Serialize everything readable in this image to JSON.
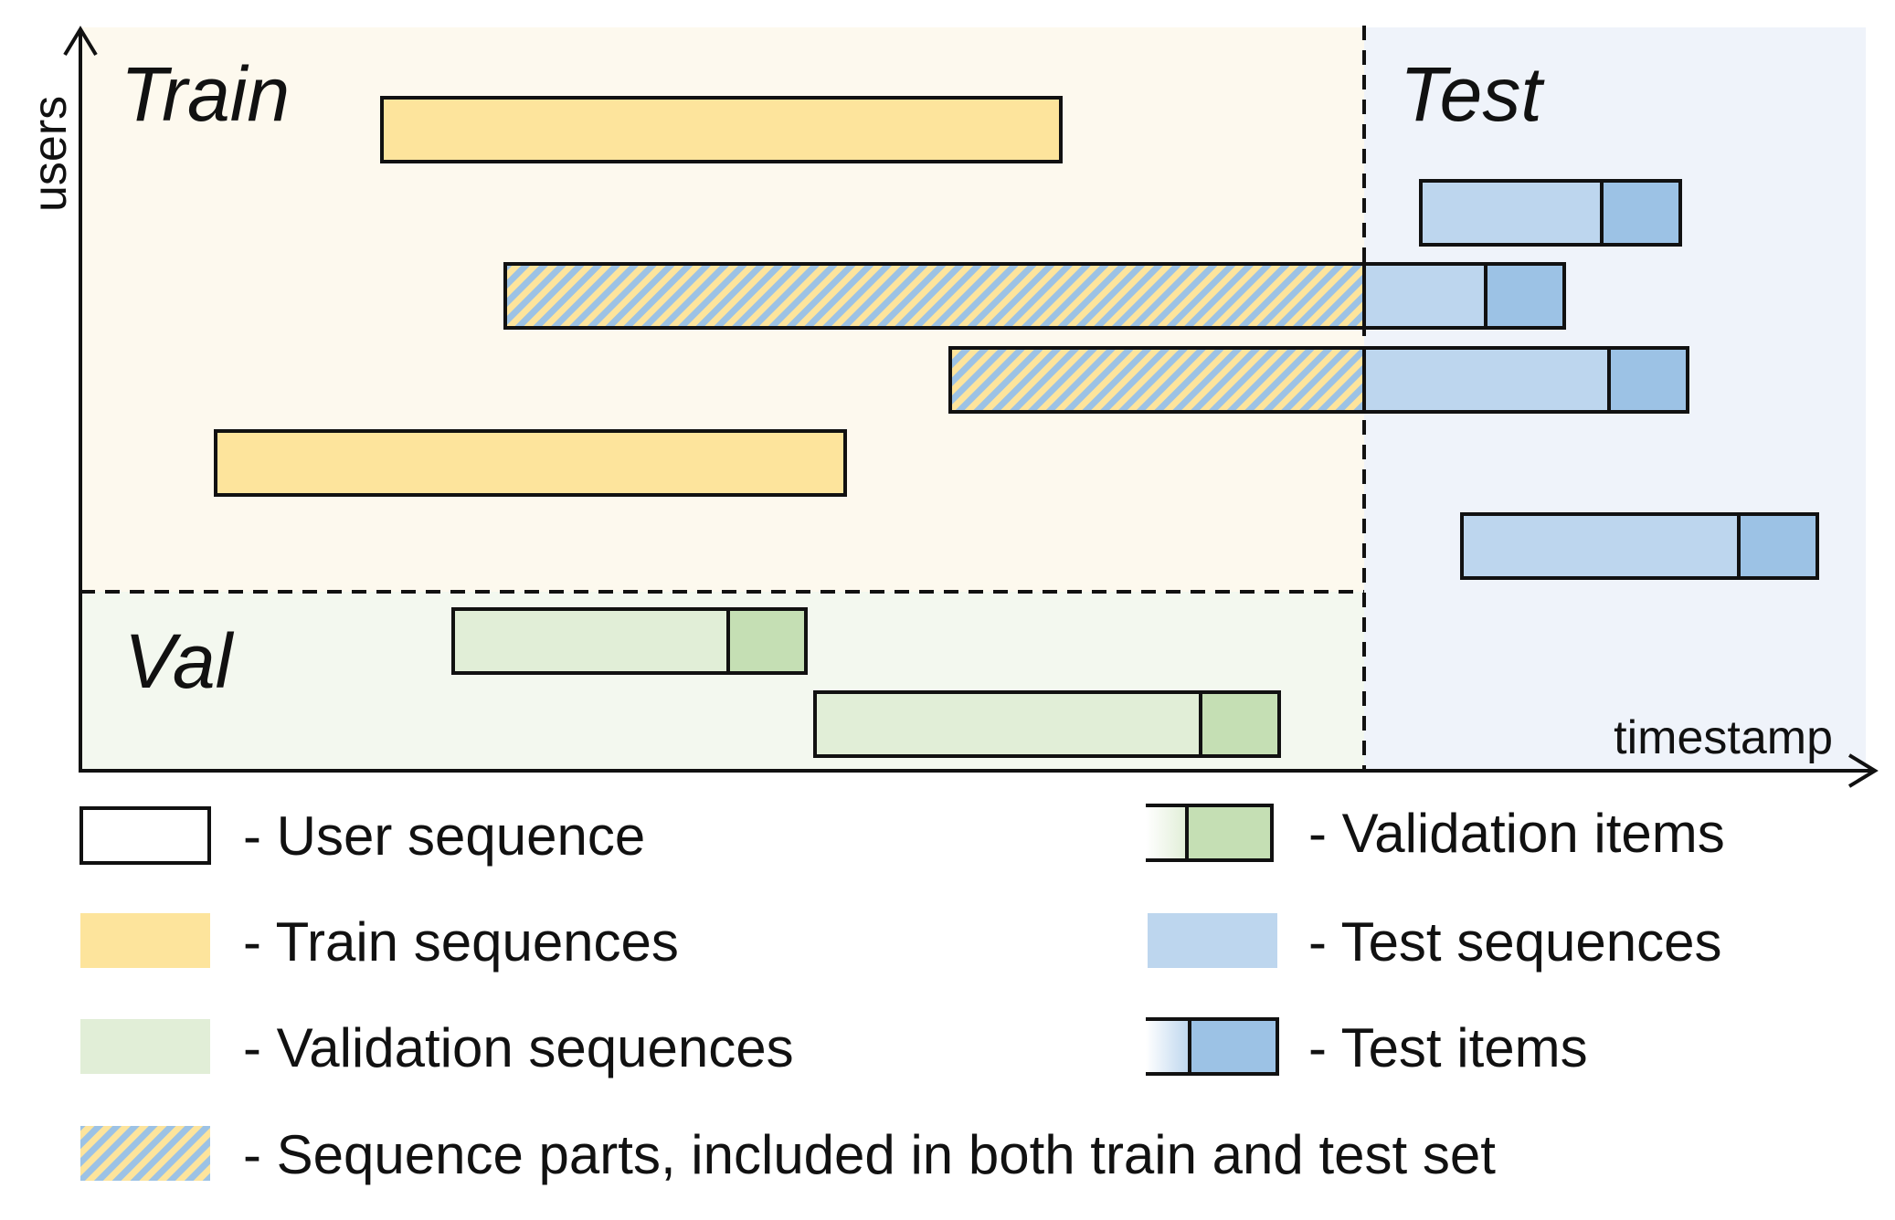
{
  "regions": {
    "train": "Train",
    "val": "Val",
    "test": "Test"
  },
  "axes": {
    "y_label": "users",
    "x_label": "timestamp"
  },
  "legend": [
    {
      "text": "- User sequence"
    },
    {
      "text": "- Train sequences"
    },
    {
      "text": "- Validation sequences"
    },
    {
      "text": "- Sequence parts, included in both train and test set"
    },
    {
      "text": "- Validation items"
    },
    {
      "text": "- Test sequences"
    },
    {
      "text": "- Test items"
    }
  ],
  "colors": {
    "train_bg": "#fdf9ee",
    "val_bg": "#f3f8ef",
    "test_bg": "#eff3fa",
    "train_seq": "#fde49c",
    "val_seq": "#e1eed7",
    "val_item": "#c5dfb4",
    "test_seq": "#bdd6ee",
    "test_item": "#9cc2e5",
    "outline": "#111111"
  }
}
